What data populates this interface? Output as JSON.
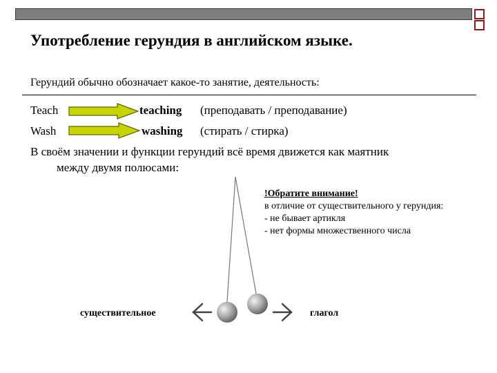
{
  "title": "Употребление герундия в английском языке.",
  "subtitle": "Герундий обычно обозначает какое-то занятие, деятельность:",
  "examples": [
    {
      "verb": "Teach",
      "gerund": "teaching",
      "translation": "(преподавать / преподавание)"
    },
    {
      "verb": "Wash",
      "gerund": "washing",
      "translation": "(стирать / стирка)"
    }
  ],
  "pendulum_text": {
    "line1": "В своём значении и функции герундий всё время движется как маятник",
    "line2": "между двумя полюсами:"
  },
  "note": {
    "title": "!Обратите внимание!",
    "line1": "в отличие от существительного у герундия:",
    "line2": "- не бывает артикля",
    "line3": "- нет формы множественного числа"
  },
  "poles": {
    "left": "существительное",
    "right": "глагол"
  },
  "colors": {
    "arrow_fill": "#c8d400",
    "arrow_stroke": "#5a6400",
    "bar": "#7f7f7f",
    "corner": "#8b1a1a"
  },
  "icons": {
    "arrow": "right-arrow-icon",
    "left_pole_arrow": "arrow-left-icon",
    "right_pole_arrow": "arrow-right-icon"
  }
}
